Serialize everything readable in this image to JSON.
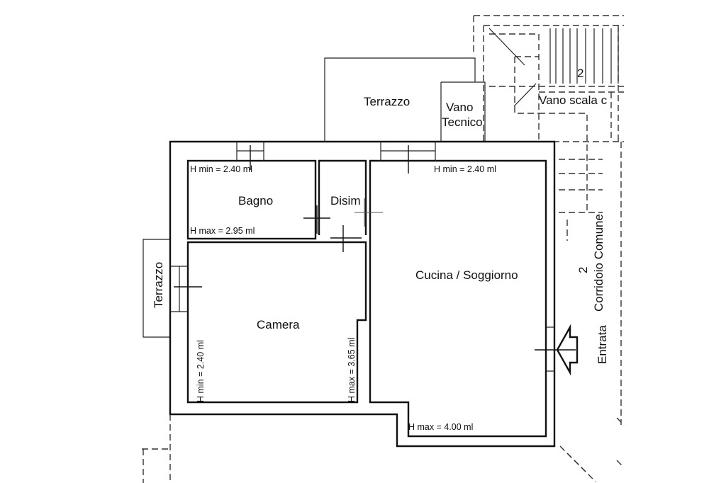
{
  "rooms": {
    "terrazzo_top": "Terrazzo",
    "vano_tecnico_1": "Vano",
    "vano_tecnico_2": "Tecnico",
    "vano_scala": "Vano scala c",
    "stair_number": "2",
    "bagno": "Bagno",
    "disimpegno": "Disim",
    "cucina_soggiorno": "Cucina / Soggiorno",
    "camera": "Camera",
    "terrazzo_side": "Terrazzo",
    "corridoio_number": "2",
    "corridoio": "Corridoio Comune",
    "entrata": "Entrata"
  },
  "dimensions": {
    "bagno_hmin": "H min = 2.40 ml",
    "bagno_hmax": "H max = 2.95 ml",
    "cucina_hmin": "H min = 2.40 ml",
    "cucina_hmax": "H max = 4.00 ml",
    "camera_hmin": "H min = 2.40 ml",
    "camera_hmax": "H max = 3.65 ml"
  }
}
